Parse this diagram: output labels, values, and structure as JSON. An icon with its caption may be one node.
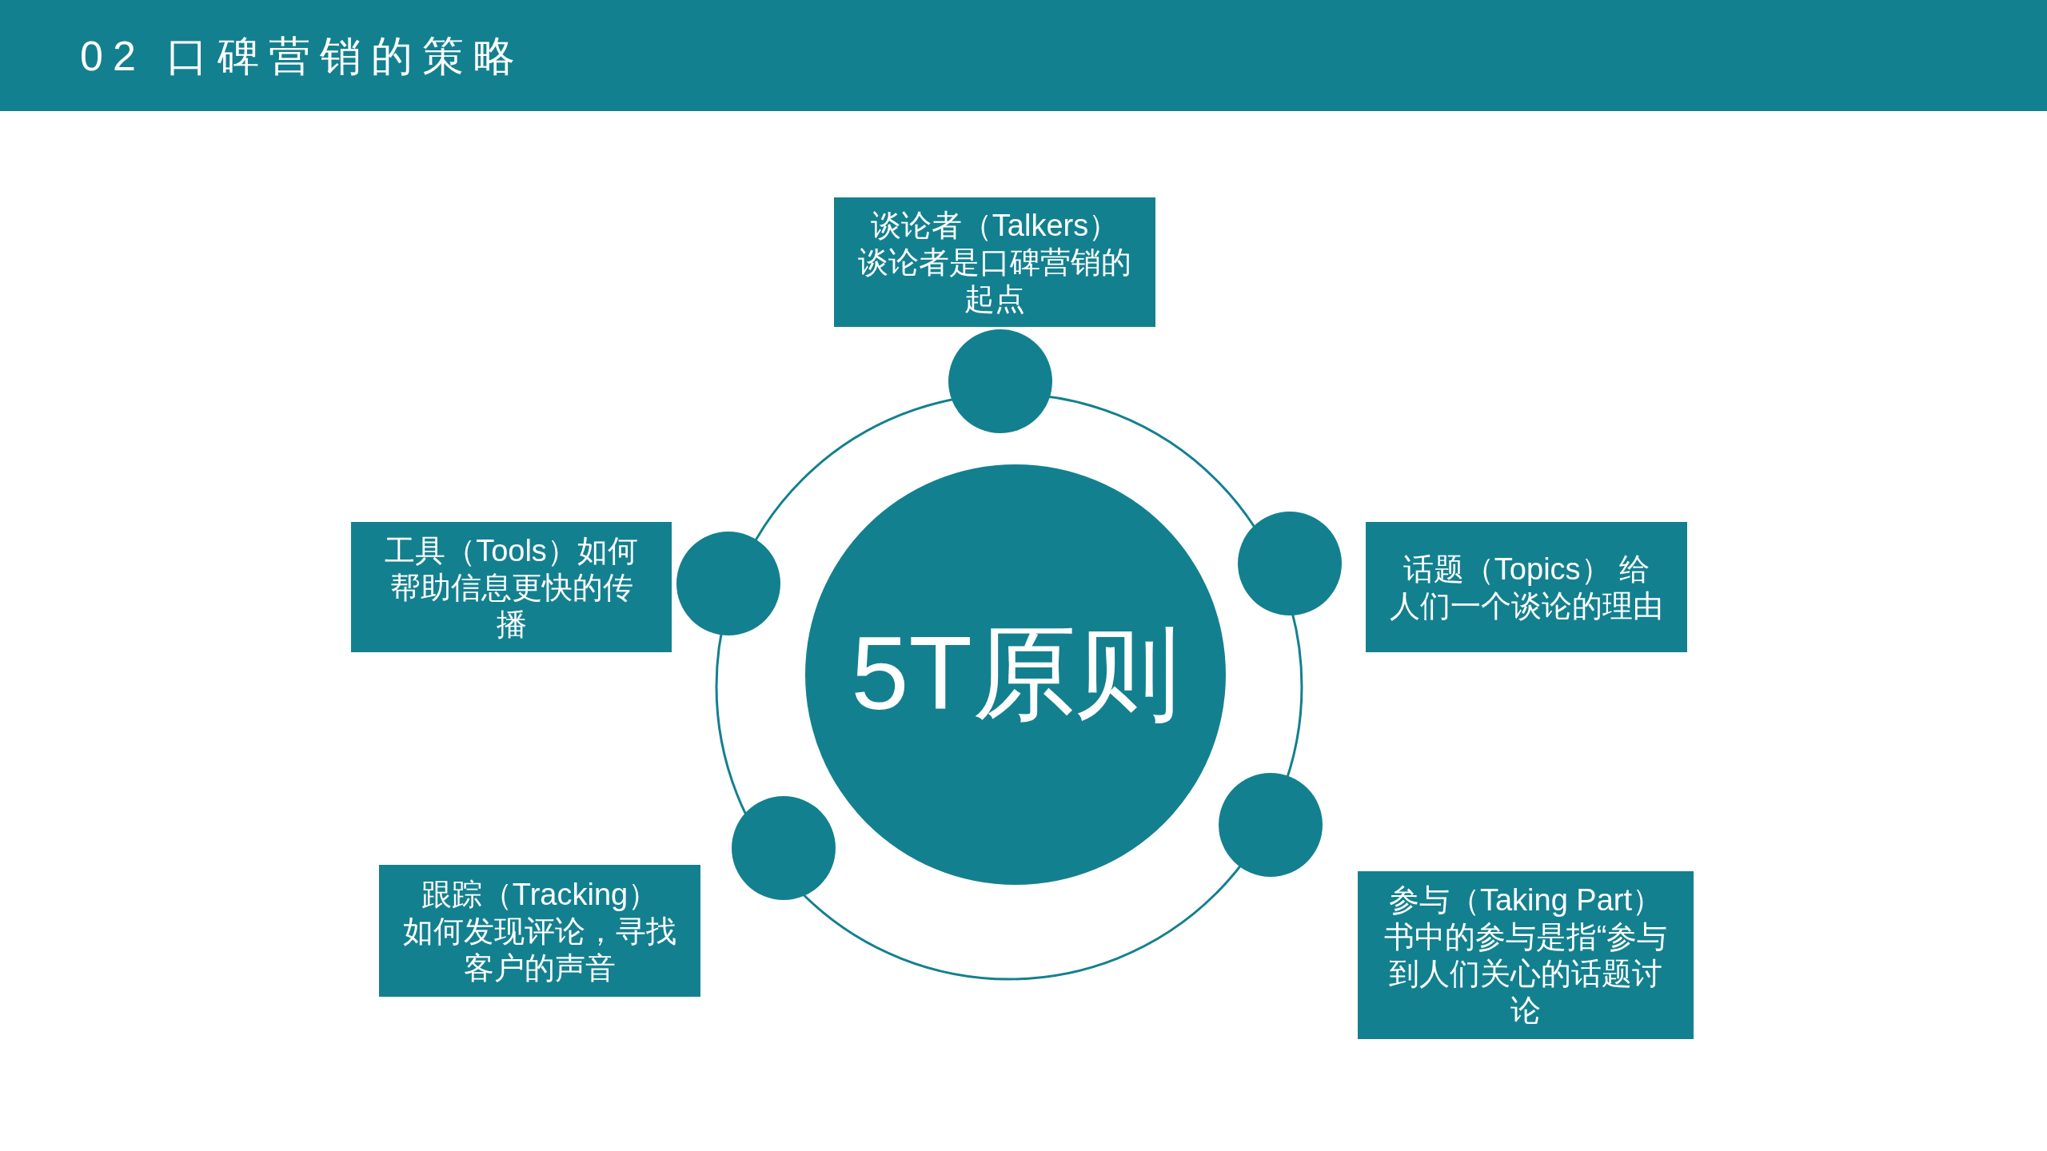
{
  "diagram": {
    "title": "02 口碑营销的策略",
    "nodes": [
      {
        "text": [
          "谈论者（Talkers）",
          "谈论者是口碑营销的起点"
        ]
      },
      {
        "text": [],
        "shape": "circle"
      },
      {
        "text": [
          "工具（Tools）如何帮助信息更快的传播"
        ]
      },
      {
        "text": [],
        "shape": "circle"
      },
      {
        "text": [
          "5T原则"
        ]
      },
      {
        "text": [],
        "shape": "circle"
      },
      {
        "text": [
          "话题（Topics） 给人们一个谈论的理由"
        ]
      },
      {
        "text": [],
        "shape": "circle"
      },
      {
        "text": [],
        "shape": "circle"
      },
      {
        "text": [
          "跟踪（Tracking）",
          "如何发现评论，寻找客户的声音"
        ]
      },
      {
        "text": [
          "参与（Taking Part）",
          "书中的参与是指“参与到人们关心的话题讨论"
        ]
      }
    ],
    "edges": []
  }
}
